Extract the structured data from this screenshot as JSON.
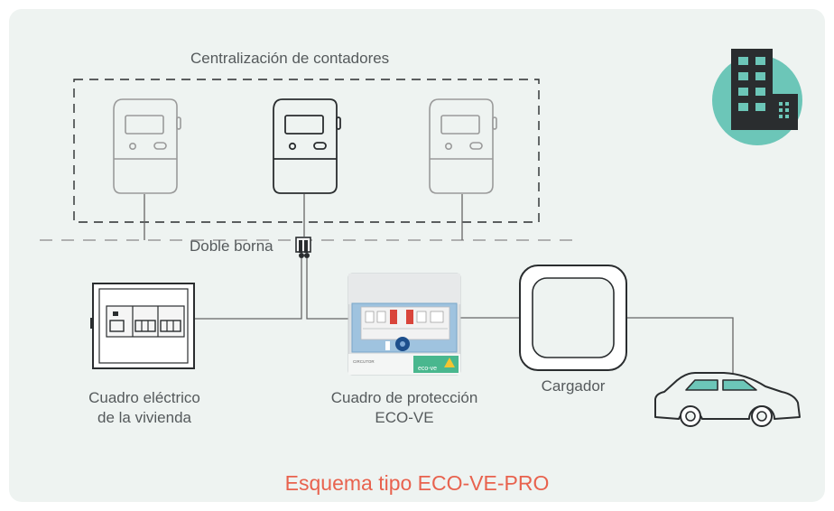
{
  "meters_group": {
    "label": "Centralización de contadores"
  },
  "junction": {
    "label": "Doble borna"
  },
  "house_panel": {
    "label_line1": "Cuadro eléctrico",
    "label_line2": "de la vivienda"
  },
  "protection_panel": {
    "label_line1": "Cuadro de protección",
    "label_line2": "ECO-VE",
    "brand_text": "eco-ve",
    "small_text": "CIRCUTOR"
  },
  "charger": {
    "label": "Cargador"
  },
  "caption": {
    "title": "Esquema tipo ECO-VE-PRO"
  },
  "colors": {
    "background": "#eef3f1",
    "accent": "#e8624e",
    "teal": "#6cc6b8",
    "dark": "#2a2d2f",
    "line": "#666666"
  }
}
